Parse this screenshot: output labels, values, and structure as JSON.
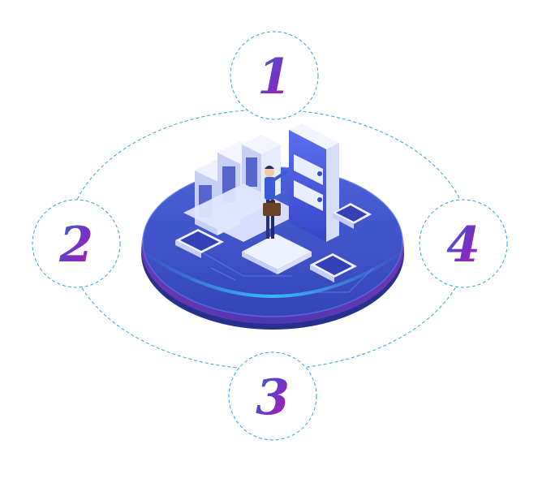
{
  "numbers": {
    "n1": "1",
    "n2": "2",
    "n3": "3",
    "n4": "4"
  },
  "colors": {
    "dash": "#2aa6d9",
    "platform_dark": "#2f3aa8",
    "platform_mid": "#3c4fc4",
    "platform_light": "#4a62d8",
    "rim_magenta": "#a53bc9",
    "rim_cyan": "#39c7ff",
    "num_start": "#2b6bd6",
    "num_end": "#c21aa8"
  }
}
